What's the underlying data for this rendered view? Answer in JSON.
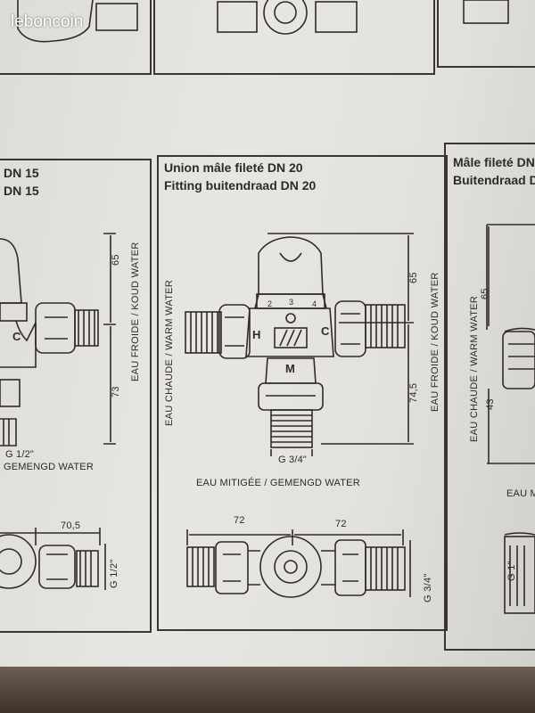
{
  "watermark": "leboncoin",
  "center": {
    "title_fr": "Union mâle fileté DN 20",
    "title_nl": "Fitting buitendraad DN 20",
    "left_vertical": "EAU CHAUDE / WARM WATER",
    "right_vertical": "EAU FROIDE / KOUD WATER",
    "dim_top": "65",
    "dim_bottom": "74,5",
    "thread_bottom": "G 3/4\"",
    "outlet_label": "EAU MITIGÉE / GEMENGD WATER",
    "dial_numbers": [
      "2",
      "3",
      "4"
    ],
    "mark_h": "H",
    "mark_c": "C",
    "mark_m": "M",
    "dim_left_lower": "72",
    "dim_right_lower": "72",
    "thread_lower": "G 3/4\""
  },
  "left": {
    "title_fr": "DN 15",
    "title_nl": "DN 15",
    "right_vertical": "EAU FROIDE / KOUD WATER",
    "dim_top": "65",
    "dim_bottom": "73",
    "thread_bottom": "G 1/2\"",
    "outlet_label": "GEMENGD WATER",
    "mark_c": "C",
    "dim_lower": "70,5",
    "thread_lower": "G 1/2\""
  },
  "right": {
    "title_fr": "Mâle fileté DN",
    "title_nl": "Buitendraad D",
    "left_vertical": "EAU CHAUDE / WARM WATER",
    "dim_top": "65",
    "dim_bottom": "43",
    "outlet_label": "EAU M",
    "thread_lower": "G 1\""
  }
}
